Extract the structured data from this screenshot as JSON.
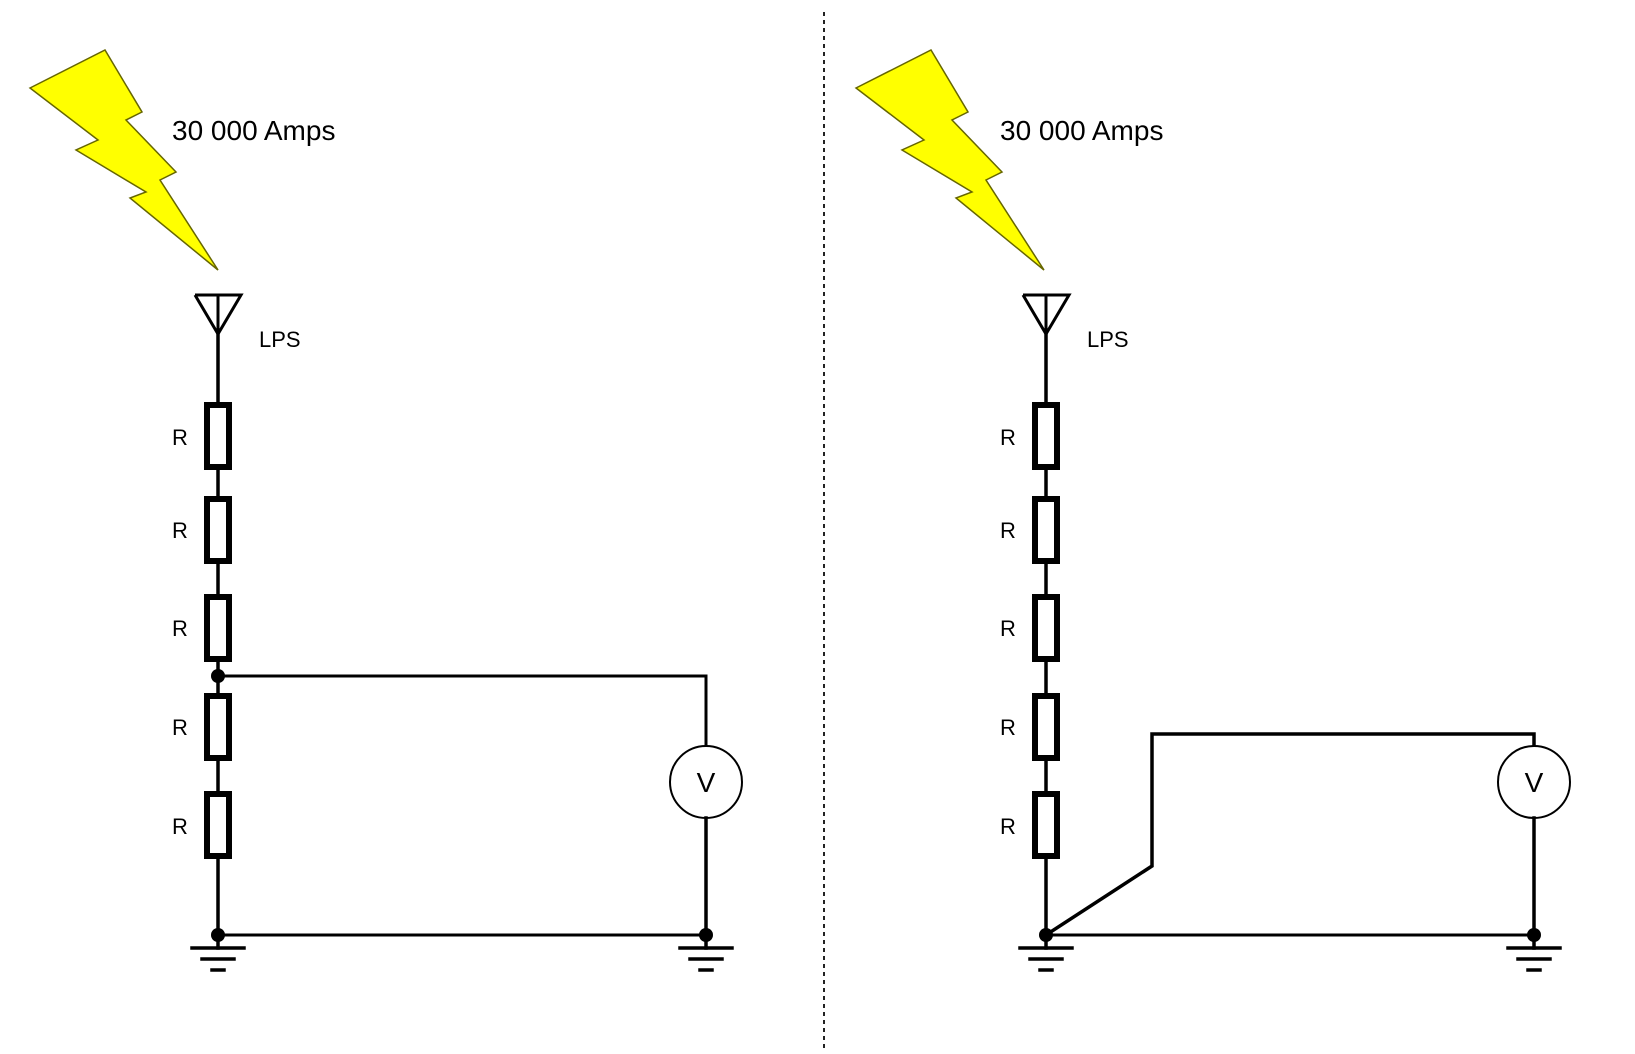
{
  "panels": [
    {
      "current_label": "30 000 Amps",
      "lps_label": "LPS",
      "resistor_labels": [
        "R",
        "R",
        "R",
        "R",
        "R"
      ],
      "meter_label": "V",
      "bolt_color": "#ffff00",
      "variant": "tapped-between-resistors"
    },
    {
      "current_label": "30 000 Amps",
      "lps_label": "LPS",
      "resistor_labels": [
        "R",
        "R",
        "R",
        "R",
        "R"
      ],
      "meter_label": "V",
      "bolt_color": "#ffff00",
      "variant": "measured-from-ground-node"
    }
  ]
}
